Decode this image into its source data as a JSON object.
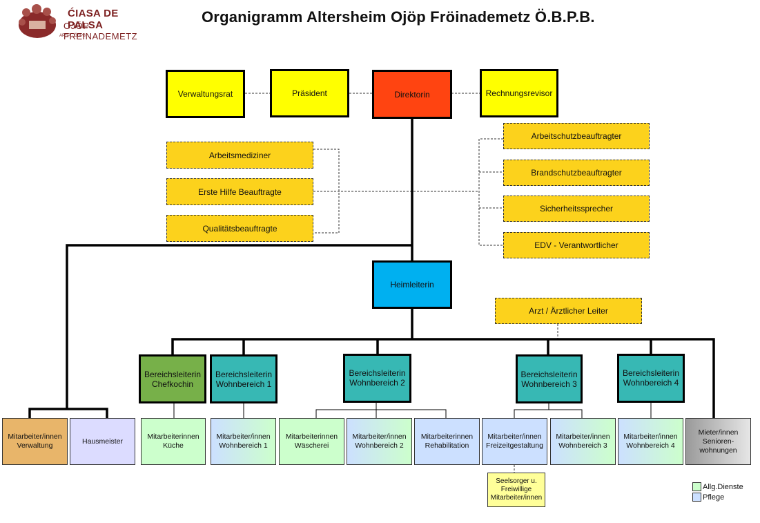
{
  "title": "Organigramm Altersheim Ojöp Fröinademetz Ö.B.P.B.",
  "logo": {
    "line1": "ĆIASA DE PALSA",
    "line2": "OJÖP FREINADEMETZ",
    "line3": "APSP · ÖBPB"
  },
  "colors": {
    "yellow": "#ffff00",
    "director": "#ff4411",
    "heim": "#00b0f0",
    "advisory": "#fcd21c",
    "kitchen_lead": "#77b049",
    "area_lead": "#37b8b4",
    "verwaltung": "#e8b56a",
    "hausmeister": "#dcdcff",
    "allg_dienste": "#ccffcc",
    "pflege": "#cce0ff",
    "seelsorger": "#ffff99"
  },
  "top_row": [
    {
      "label": "Verwaltungsrat"
    },
    {
      "label": "Präsident"
    },
    {
      "label": "Direktorin"
    },
    {
      "label": "Rechnungsrevisor"
    }
  ],
  "advisors_left": [
    {
      "label": "Arbeitsmediziner"
    },
    {
      "label": "Erste Hilfe Beauftragte"
    },
    {
      "label": "Qualitätsbeauftragte"
    }
  ],
  "advisors_right": [
    {
      "label": "Arbeitschutzbeauftragter"
    },
    {
      "label": "Brandschutzbeauftragter"
    },
    {
      "label": "Sicherheitssprecher"
    },
    {
      "label": "EDV - Verantwortlicher"
    }
  ],
  "heimleiterin": {
    "label": "Heimleiterin"
  },
  "arzt": {
    "label": "Arzt / Ärztlicher Leiter"
  },
  "area_leads": [
    {
      "line1": "Bereichsleiterin",
      "line2": "Chefkochin"
    },
    {
      "line1": "Bereichsleiterin",
      "line2": "Wohnbereich 1"
    },
    {
      "line1": "Bereichsleiterin",
      "line2": "Wohnbereich 2"
    },
    {
      "line1": "Bereichsleiterin",
      "line2": "Wohnbereich 3"
    },
    {
      "line1": "Bereichsleiterin",
      "line2": "Wohnbereich 4"
    }
  ],
  "staff": [
    {
      "line1": "Mitarbeiter/innen",
      "line2": "Verwaltung",
      "line3": ""
    },
    {
      "line1": "Hausmeister",
      "line2": "",
      "line3": ""
    },
    {
      "line1": "Mitarbeiterinnen",
      "line2": "Küche",
      "line3": ""
    },
    {
      "line1": "Mitarbeiter/innen",
      "line2": "Wohnbereich 1",
      "line3": ""
    },
    {
      "line1": "Mitarbeiterinnen",
      "line2": "Wäscherei",
      "line3": ""
    },
    {
      "line1": "Mitarbeiter/innen",
      "line2": "Wohnbereich 2",
      "line3": ""
    },
    {
      "line1": "Mitarbeiterinnen",
      "line2": "Rehabilitation",
      "line3": ""
    },
    {
      "line1": "Mitarbeiter/innen",
      "line2": "Freizeitgestaltung",
      "line3": ""
    },
    {
      "line1": "Mitarbeiter/innen",
      "line2": "Wohnbereich 3",
      "line3": ""
    },
    {
      "line1": "Mitarbeiter/innen",
      "line2": "Wohnbereich 4",
      "line3": ""
    },
    {
      "line1": "Mieter/innen",
      "line2": "Senioren-",
      "line3": "wohnungen"
    }
  ],
  "seelsorger": {
    "line1": "Seelsorger u.",
    "line2": "Freiwillige",
    "line3": "Mitarbeiter/innen"
  },
  "legend": [
    {
      "label": "Allg.Dienste"
    },
    {
      "label": "Pflege"
    }
  ]
}
